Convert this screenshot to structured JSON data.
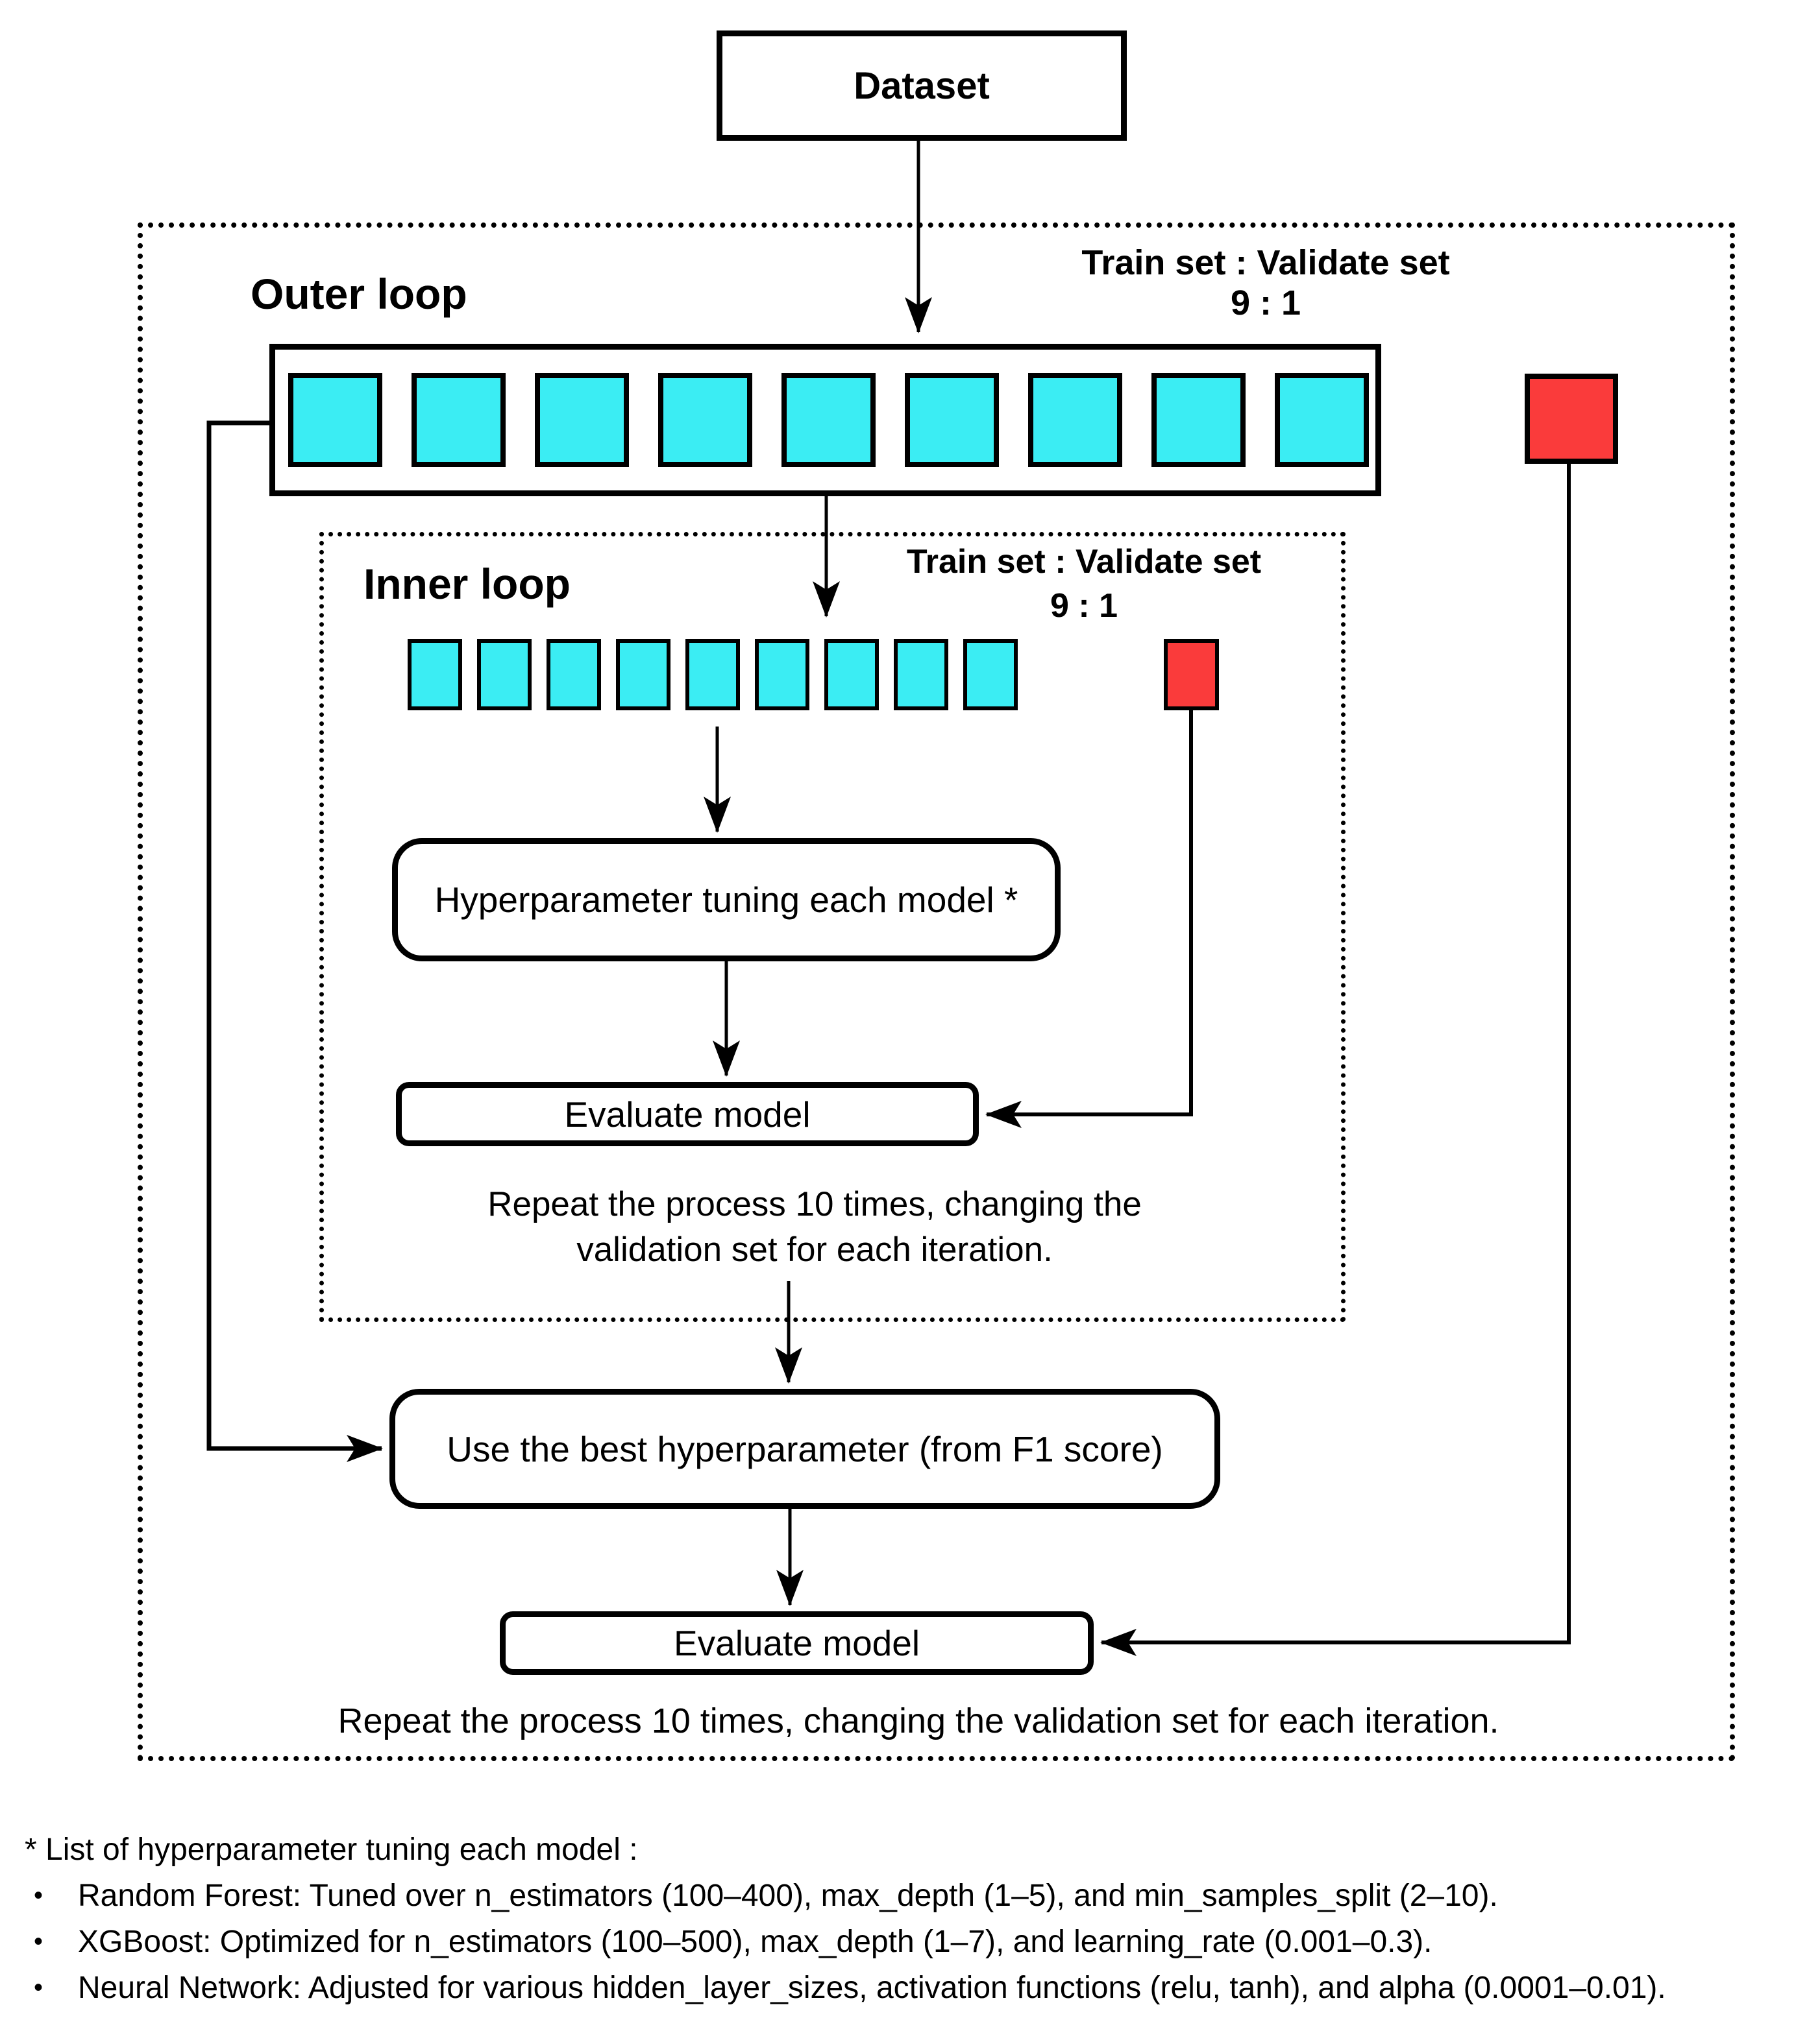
{
  "colors": {
    "cyan": "#3BEDF3",
    "red": "#FA3B3B",
    "line": "#000000"
  },
  "dataset": {
    "label": "Dataset"
  },
  "outer_loop": {
    "label": "Outer loop",
    "ratio": {
      "line1": "Train set : Validate set",
      "line2": "9 : 1"
    },
    "train_segments": 9,
    "validate_segments": 1,
    "best_box_label": "Use the best hyperparameter (from F1 score)",
    "evaluate_box_label": "Evaluate model",
    "repeat_note": "Repeat the process 10 times, changing the validation set for each iteration."
  },
  "inner_loop": {
    "label": "Inner loop",
    "ratio": {
      "line1": "Train set : Validate set",
      "line2": "9 : 1"
    },
    "train_segments": 9,
    "validate_segments": 1,
    "tuning_box_label": "Hyperparameter tuning each model *",
    "evaluate_box_label": "Evaluate model",
    "repeat_note": {
      "line1": "Repeat the process 10 times, changing the",
      "line2": "validation set for each iteration."
    }
  },
  "footnote": {
    "bullet": "•",
    "title": "* List of hyperparameter tuning each model :",
    "items": [
      "Random Forest: Tuned over n_estimators (100–400), max_depth (1–5), and min_samples_split (2–10).",
      "XGBoost: Optimized for n_estimators (100–500), max_depth (1–7), and learning_rate (0.001–0.3).",
      "Neural Network: Adjusted for various hidden_layer_sizes, activation functions (relu, tanh), and alpha (0.0001–0.01)."
    ]
  }
}
